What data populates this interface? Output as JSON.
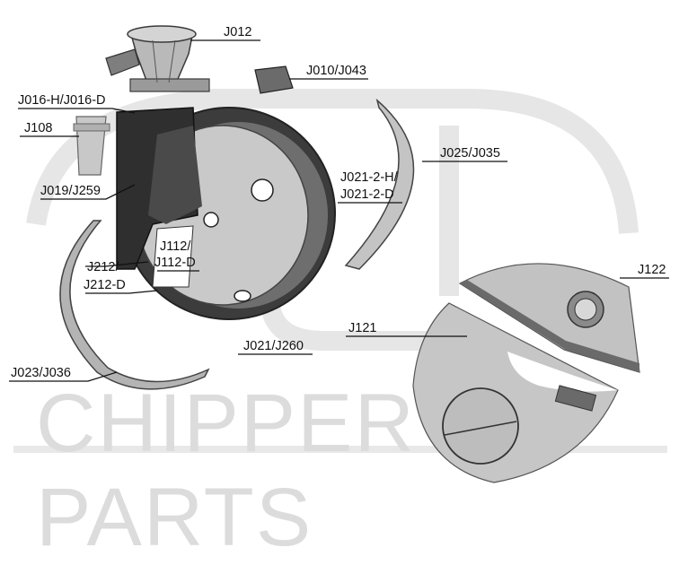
{
  "watermark": {
    "text": "CHIPPER PARTS"
  },
  "labels": {
    "j012": "J012",
    "j010_j043": "J010/J043",
    "j016": "J016-H/J016-D",
    "j108": "J108",
    "j019_j259": "J019/J259",
    "j021_2_line1": "J021-2-H/",
    "j021_2_line2": "J021-2-D",
    "j025_j035": "J025/J035",
    "j112_line1": "J112/",
    "j112_line2": "J112-D",
    "j212_line1": "J212/",
    "j212_line2": "J212-D",
    "j122": "J122",
    "j121": "J121",
    "j021_j260": "J021/J260",
    "j023_j036": "J023/J036"
  },
  "colors": {
    "part_fill": "#c4c4c4",
    "part_dark": "#3a3a3a",
    "part_mid": "#8e8e8e",
    "line": "#111111"
  }
}
